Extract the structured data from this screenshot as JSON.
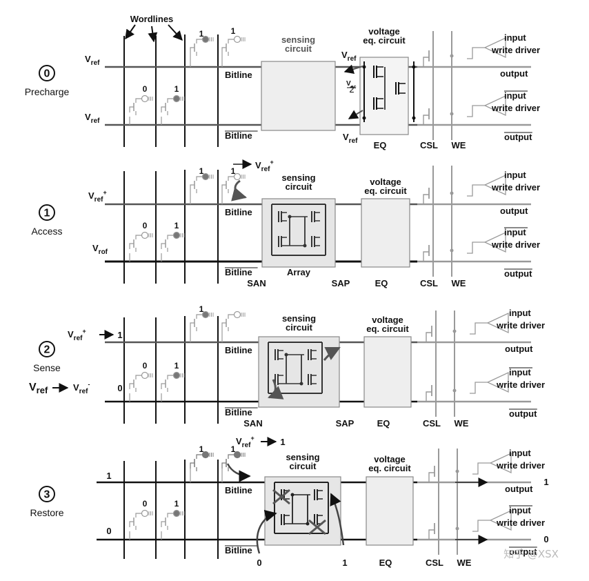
{
  "colors": {
    "line_dark": "#111111",
    "line_mid": "#555555",
    "line_light": "#999999",
    "box_fill": "#eeeeee",
    "box_fill_active": "#e4e4e4",
    "box_stroke": "#888888",
    "watermark": "#bbbbbb"
  },
  "top": {
    "wordlines_label": "Wordlines"
  },
  "labels": {
    "bitline": "Bitline",
    "bitline_bar": "Bitline",
    "sensing_circuit": [
      "sensing",
      "circuit"
    ],
    "voltage_eq_circuit": [
      "voltage",
      "eq. circuit"
    ],
    "input": "input",
    "input_bar": "input",
    "write_driver": "write driver",
    "output": "output",
    "output_bar": "output",
    "eq": "EQ",
    "csl": "CSL",
    "we": "WE",
    "san": "SAN",
    "sap": "SAP",
    "array": "Array",
    "vref": "V",
    "vref_sub": "ref",
    "vrof_sub": "rof",
    "vcc_half": "V",
    "vcc_sub": "cc",
    "vcc_den": "2"
  },
  "stages": [
    {
      "num": "0",
      "name": "Precharge",
      "top_label": "V",
      "top_sub": "ref",
      "top_sup": "",
      "bot_label": "V",
      "bot_sub": "ref",
      "bot_sup": "",
      "cell_top_bits": [
        "1",
        "1"
      ],
      "cell_bot_bits": [
        "0",
        "1"
      ]
    },
    {
      "num": "1",
      "name": "Access",
      "top_label": "V",
      "top_sub": "ref",
      "top_sup": "+",
      "bot_label": "V",
      "bot_sub": "rof",
      "bot_sup": "",
      "cell_top_bits": [
        "1",
        "1"
      ],
      "cell_bot_bits": [
        "0",
        "1"
      ],
      "access_note": "V",
      "access_sub": "ref",
      "access_sup": "+"
    },
    {
      "num": "2",
      "name": "Sense",
      "top_label": "V",
      "top_sub": "ref",
      "top_sup": "+",
      "top_value": "1",
      "bot_left_label": "V",
      "bot_left_sub": "ref",
      "bot_label": "V",
      "bot_sub": "ref",
      "bot_sup": "-",
      "bot_value": "0",
      "cell_top_bits": [
        "1",
        ""
      ],
      "cell_bot_bits": [
        "0",
        "1"
      ]
    },
    {
      "num": "3",
      "name": "Restore",
      "top_value": "1",
      "bot_value": "0",
      "restore_note": "V",
      "restore_sub": "ref",
      "restore_sup": "+",
      "restore_target": "1",
      "cell_top_bits": [
        "1",
        "1"
      ],
      "cell_bot_bits": [
        "0",
        "1"
      ],
      "output_top_value": "1",
      "output_bot_value": "0",
      "san_value": "0",
      "sap_value": "1"
    }
  ],
  "watermark": "知乎 @XSX"
}
